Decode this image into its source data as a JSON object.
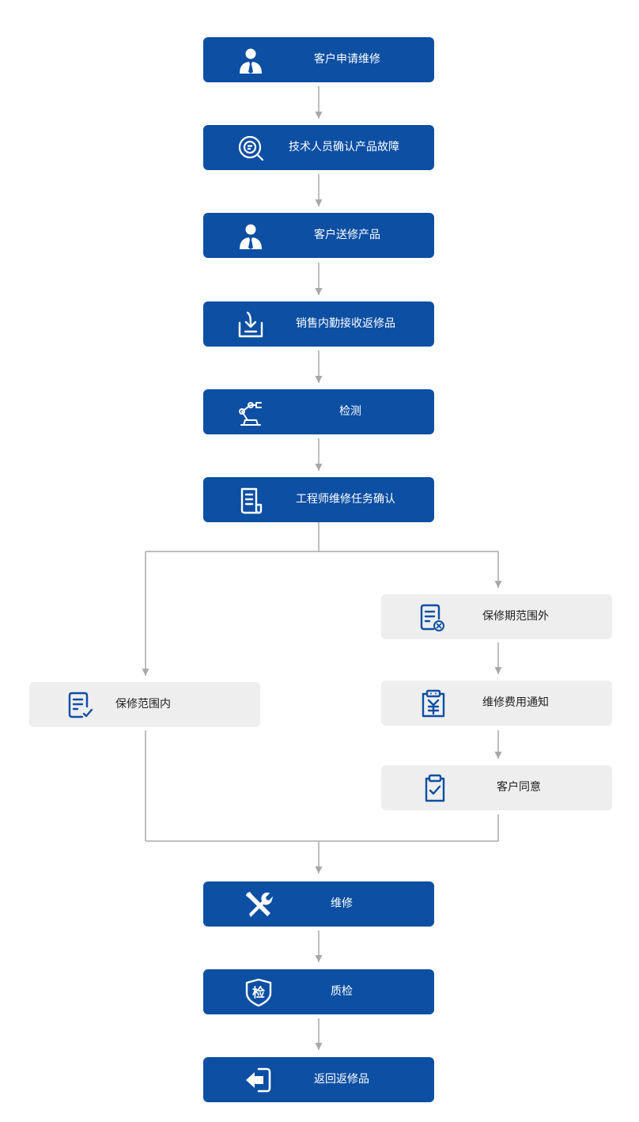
{
  "colors": {
    "primary": "#0c4fa3",
    "secondary_bg": "#eeeeee",
    "connector": "#a8a8a8"
  },
  "steps": [
    {
      "label": "客户申请维修",
      "icon": "person-tie-icon"
    },
    {
      "label": "技术人员确认产品故障",
      "icon": "search-chat-icon"
    },
    {
      "label": "客户送修产品",
      "icon": "person-tie-icon"
    },
    {
      "label": "销售内勤接收返修品",
      "icon": "inbox-download-icon"
    },
    {
      "label": "检测",
      "icon": "robot-arm-icon"
    },
    {
      "label": "工程师维修任务确认",
      "icon": "document-icon"
    }
  ],
  "branches": {
    "in_warranty": {
      "label": "保修范围内",
      "icon": "document-check-icon"
    },
    "out_of_warranty": [
      {
        "label": "保修期范围外",
        "icon": "document-x-icon"
      },
      {
        "label": "维修费用通知",
        "icon": "yuan-clipboard-icon"
      },
      {
        "label": "客户同意",
        "icon": "clipboard-check-icon"
      }
    ]
  },
  "final_steps": [
    {
      "label": "维修",
      "icon": "wrench-screwdriver-icon"
    },
    {
      "label": "质检",
      "icon": "shield-inspect-icon",
      "badge": "检"
    },
    {
      "label": "返回返修品",
      "icon": "return-arrow-icon"
    }
  ]
}
